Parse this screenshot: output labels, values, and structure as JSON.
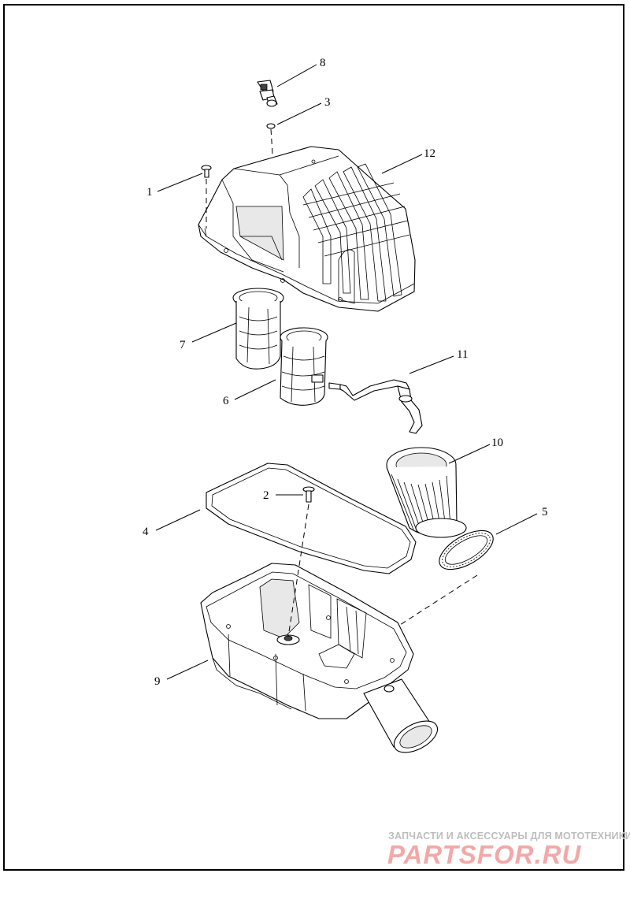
{
  "callouts": [
    {
      "id": "8",
      "label": "8"
    },
    {
      "id": "3",
      "label": "3"
    },
    {
      "id": "12",
      "label": "12"
    },
    {
      "id": "1",
      "label": "1"
    },
    {
      "id": "7",
      "label": "7"
    },
    {
      "id": "11",
      "label": "11"
    },
    {
      "id": "6",
      "label": "6"
    },
    {
      "id": "10",
      "label": "10"
    },
    {
      "id": "2",
      "label": "2"
    },
    {
      "id": "5",
      "label": "5"
    },
    {
      "id": "4",
      "label": "4"
    },
    {
      "id": "9",
      "label": "9"
    }
  ],
  "watermark": {
    "caption": "ЗАПЧАСТИ И АКСЕССУАРЫ ДЛЯ МОТОТЕХНИКИ",
    "logo": "PARTSFOR.RU"
  },
  "colors": {
    "line": "#000000",
    "background": "#ffffff",
    "watermark_caption": "#bdbdbd",
    "watermark_logo": "#f3a8a8"
  }
}
